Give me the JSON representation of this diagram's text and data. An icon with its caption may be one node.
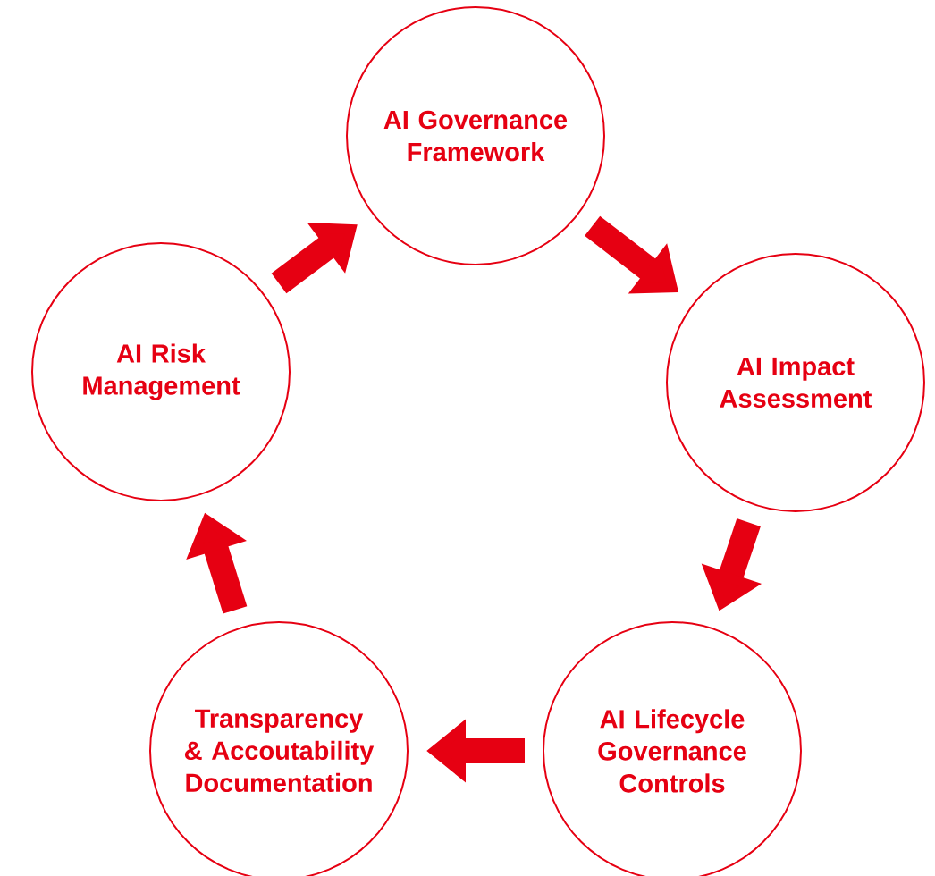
{
  "diagram": {
    "nodes": [
      {
        "text": [
          "AI Governance Framework"
        ]
      },
      {
        "text": [
          "AI Impact Assessment"
        ]
      },
      {
        "text": [
          "AI Lifecycle Governance Controls"
        ]
      },
      {
        "text": [
          "Transparency & Accoutability Documentation"
        ]
      },
      {
        "text": [
          "AI Risk Management"
        ]
      }
    ],
    "edges": [
      {
        "from": 0,
        "to": 1,
        "arrow": "to"
      },
      {
        "from": 1,
        "to": 2,
        "arrow": "to"
      },
      {
        "from": 2,
        "to": 3,
        "arrow": "to"
      },
      {
        "from": 3,
        "to": 4,
        "arrow": "to"
      },
      {
        "from": 4,
        "to": 0,
        "arrow": "to"
      }
    ]
  }
}
